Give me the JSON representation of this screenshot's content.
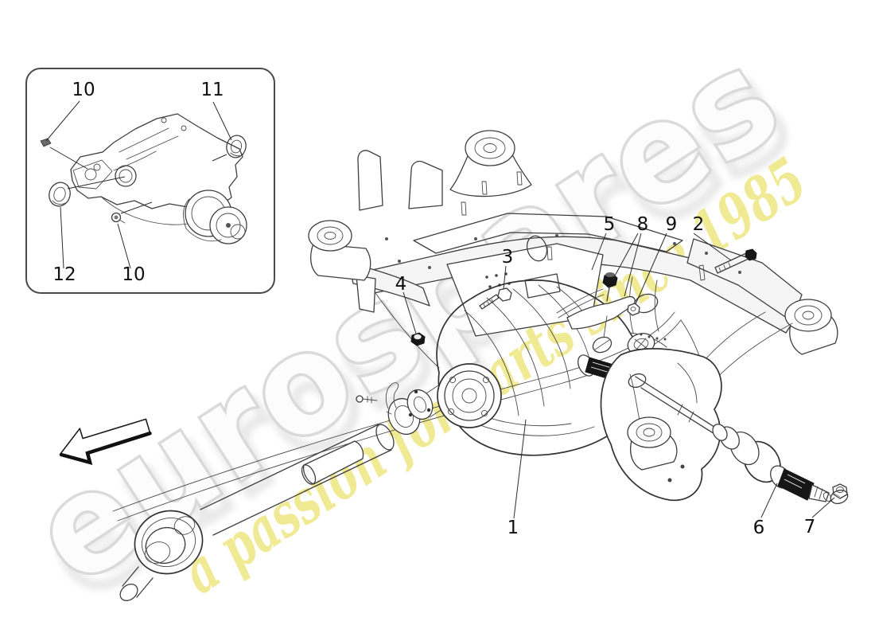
{
  "page": {
    "background": "#ffffff"
  },
  "watermark": {
    "brand": "eurospares",
    "tagline": "a passion for parts since 1985",
    "brand_fill_color": "#fdfdfd",
    "brand_outline_color": "#d9d9d9",
    "tagline_color": "#efe98b"
  },
  "diagram": {
    "line_color": "#3e3e3e",
    "callout_color": "#101010",
    "main_callouts": [
      {
        "label": "1"
      },
      {
        "label": "2"
      },
      {
        "label": "3"
      },
      {
        "label": "4"
      },
      {
        "label": "5"
      },
      {
        "label": "6"
      },
      {
        "label": "7"
      },
      {
        "label": "8"
      },
      {
        "label": "9"
      }
    ],
    "inset_callouts": [
      {
        "label": "10"
      },
      {
        "label": "11"
      },
      {
        "label": "12"
      },
      {
        "label": "10"
      }
    ]
  }
}
